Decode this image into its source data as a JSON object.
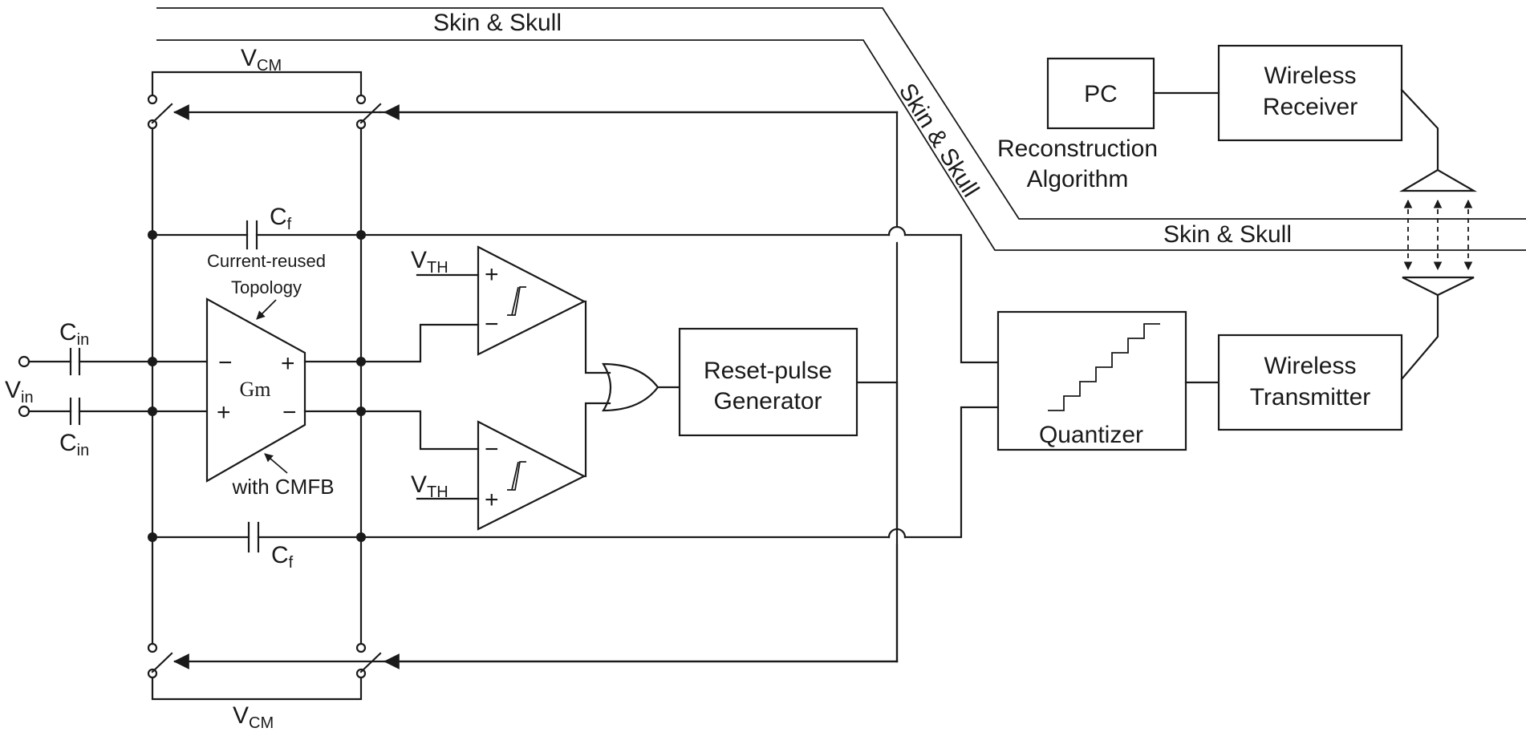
{
  "labels": {
    "skin_top": "Skin & Skull",
    "skin_diag": "Skin & Skull",
    "skin_right": "Skin & Skull",
    "vcm_top_main": "V",
    "vcm_top_sub": "CM",
    "vcm_bot_main": "V",
    "vcm_bot_sub": "CM",
    "cf_top_main": "C",
    "cf_top_sub": "f",
    "cf_bot_main": "C",
    "cf_bot_sub": "f",
    "cin_top_main": "C",
    "cin_top_sub": "in",
    "cin_bot_main": "C",
    "cin_bot_sub": "in",
    "vin_main": "V",
    "vin_sub": "in",
    "vth_top_main": "V",
    "vth_top_sub": "TH",
    "vth_bot_main": "V",
    "vth_bot_sub": "TH",
    "current_reused_1": "Current-reused",
    "current_reused_2": "Topology",
    "gm": "Gm",
    "with_cmfb": "with CMFB",
    "amp_minus_in": "−",
    "amp_plus_in": "+",
    "amp_plus_out": "+",
    "amp_minus_out": "−",
    "comp_top_plus": "+",
    "comp_top_minus": "−",
    "comp_bot_minus": "−",
    "comp_bot_plus": "+",
    "reset_1": "Reset-pulse",
    "reset_2": "Generator",
    "quantizer": "Quantizer",
    "wt_1": "Wireless",
    "wt_2": "Transmitter",
    "wr_1": "Wireless",
    "wr_2": "Receiver",
    "pc": "PC",
    "recon_1": "Reconstruction",
    "recon_2": "Algorithm"
  }
}
